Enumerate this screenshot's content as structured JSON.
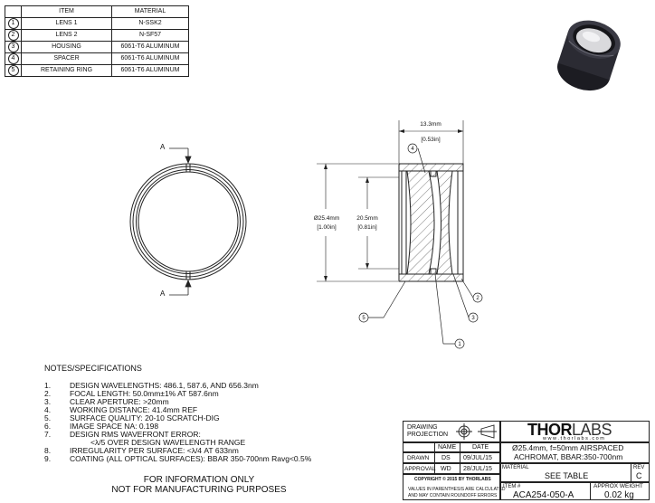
{
  "bom": {
    "headers": [
      "ITEM",
      "MATERIAL"
    ],
    "rows": [
      {
        "num": "1",
        "item": "LENS 1",
        "material": "N-SSK2"
      },
      {
        "num": "2",
        "item": "LENS 2",
        "material": "N-SF57"
      },
      {
        "num": "3",
        "item": "HOUSING",
        "material": "6061-T6 ALUMINUM"
      },
      {
        "num": "4",
        "item": "SPACER",
        "material": "6061-T6 ALUMINUM"
      },
      {
        "num": "5",
        "item": "RETAINING RING",
        "material": "6061-T6 ALUMINUM"
      }
    ]
  },
  "drawing": {
    "section_label_top": "A",
    "section_label_bottom": "A",
    "dim_length_mm": "13.3mm",
    "dim_length_in": "[0.53in]",
    "dim_od_mm": "Ø25.4mm",
    "dim_od_in": "[1.00in]",
    "dim_ca_mm": "20.5mm",
    "dim_ca_in": "[0.81in]",
    "balloons": [
      "4",
      "2",
      "3",
      "5",
      "1"
    ]
  },
  "notes": {
    "heading": "NOTES/SPECIFICATIONS",
    "items": [
      {
        "num": "1.",
        "lines": [
          "DESIGN WAVELENGTHS: 486.1, 587.6, AND 656.3nm"
        ]
      },
      {
        "num": "2.",
        "lines": [
          "FOCAL LENGTH: 50.0mm±1% AT 587.6nm"
        ]
      },
      {
        "num": "3.",
        "lines": [
          "CLEAR APERTURE: >20mm"
        ]
      },
      {
        "num": "4.",
        "lines": [
          "WORKING DISTANCE: 41.4mm REF"
        ]
      },
      {
        "num": "5.",
        "lines": [
          "SURFACE QUALITY: 20-10 SCRATCH-DIG"
        ]
      },
      {
        "num": "6.",
        "lines": [
          "IMAGE SPACE NA: 0.198"
        ]
      },
      {
        "num": "7.",
        "lines": [
          "DESIGN RMS WAVEFRONT ERROR:",
          "<λ/5 OVER DESIGN WAVELENGTH RANGE"
        ]
      },
      {
        "num": "8.",
        "lines": [
          "IRREGULARITY PER SURFACE: <λ/4 AT 633nm"
        ]
      },
      {
        "num": "9.",
        "lines": [
          "COATING (ALL OPTICAL SURFACES): BBAR 350-700nm Ravg<0.5%"
        ]
      }
    ],
    "disclaimer_1": "FOR INFORMATION ONLY",
    "disclaimer_2": "NOT FOR MANUFACTURING PURPOSES"
  },
  "title_block": {
    "projection_label_1": "DRAWING",
    "projection_label_2": "PROJECTION",
    "logo_bold": "THOR",
    "logo_light": "LABS",
    "website": "w w w . t h o r l a b s . c o m",
    "col_name": "NAME",
    "col_date": "DATE",
    "drawn_label": "DRAWN",
    "drawn_name": "DS",
    "drawn_date": "09/JUL/15",
    "approval_label": "APPROVAL",
    "approval_name": "WD",
    "approval_date": "28/JUL/15",
    "description_1": "Ø25.4mm, f=50mm AIRSPACED",
    "description_2": "ACHROMAT, BBAR:350-700nm",
    "copyright": "COPYRIGHT © 2015 BY THORLABS",
    "values_note_1": "VALUES IN PARENTHESIS ARE CALCULATED",
    "values_note_2": "AND MAY CONTAIN ROUNDOFF ERRORS",
    "material_label": "MATERIAL",
    "material_value": "SEE TABLE",
    "rev_label": "REV",
    "rev_value": "C",
    "item_label": "ITEM #",
    "item_value": "ACA254-050-A",
    "weight_label": "APPROX WEIGHT",
    "weight_value": "0.02 kg"
  },
  "colors": {
    "line": "#222222",
    "hatch": "#444444",
    "lens_photo": "#2b2b33"
  }
}
